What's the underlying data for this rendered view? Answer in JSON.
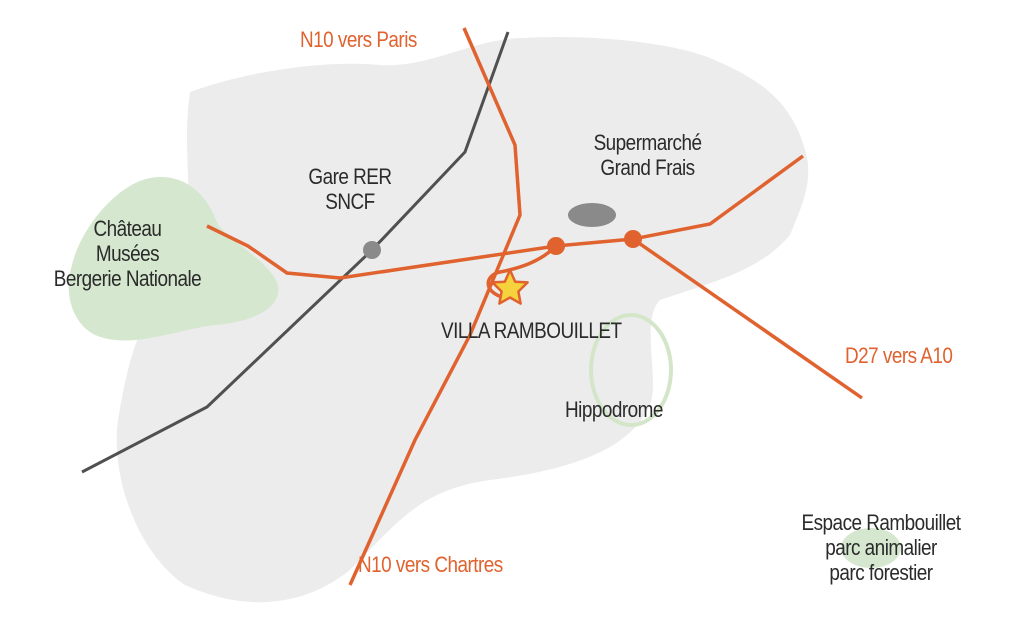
{
  "colors": {
    "background": "#ffffff",
    "town_area": "#ececec",
    "park_green": "#d5e8cf",
    "hippodrome_ring": "#d3e6c9",
    "road": "#e0622f",
    "rail": "#505050",
    "landmark": "#8a8a8a",
    "star_fill": "#f6d33c",
    "star_stroke": "#e0622f",
    "text_dark": "#2b2b2b",
    "text_road": "#e0622f"
  },
  "icons": {
    "villa": "star-marker-icon",
    "station": "station-dot-icon",
    "supermarket": "supermarket-ellipse-icon",
    "junction": "road-junction-icon"
  },
  "labels": {
    "n10_paris": "N10 vers Paris",
    "n10_chartres": "N10 vers Chartres",
    "d27_a10": "D27 vers A10",
    "gare": [
      "Gare RER",
      "SNCF"
    ],
    "supermarche": [
      "Supermarché",
      "Grand Frais"
    ],
    "chateau": [
      "Château",
      "Musées",
      "Bergerie Nationale"
    ],
    "villa": "VILLA RAMBOUILLET",
    "hippodrome": "Hippodrome",
    "espace": [
      "Espace Rambouillet",
      "parc animalier",
      "parc forestier"
    ]
  }
}
